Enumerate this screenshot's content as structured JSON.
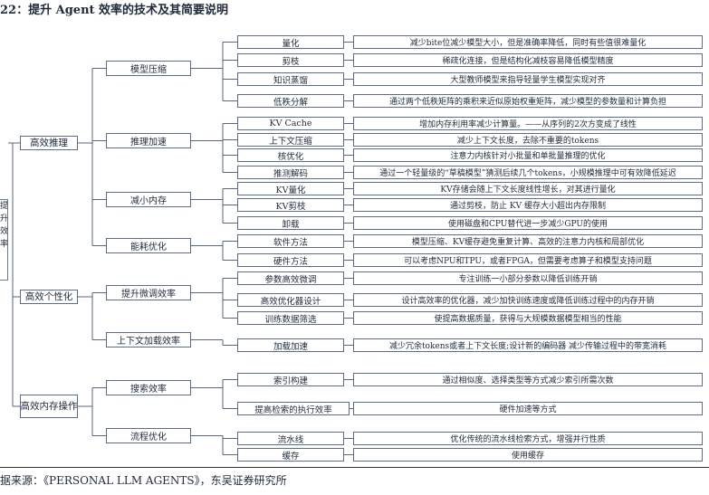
{
  "title": "22：提升 Agent 效率的技术及其简要说明",
  "root_fragment": "提升效率",
  "level1": [
    {
      "label": "高效推理"
    },
    {
      "label": "高效个性化"
    },
    {
      "label": "高效内存操作"
    }
  ],
  "level2": [
    {
      "label": "模型压缩"
    },
    {
      "label": "推理加速"
    },
    {
      "label": "减小内存"
    },
    {
      "label": "能耗优化"
    },
    {
      "label": "提升微调效率"
    },
    {
      "label": "上下文加载效率"
    },
    {
      "label": "搜索效率"
    },
    {
      "label": "流程优化"
    }
  ],
  "leaves": [
    {
      "label": "量化",
      "desc": "减少bite位减少模型大小，但是准确率降低，同时有些值很难量化"
    },
    {
      "label": "剪枝",
      "desc": "稀疏化连接，但是结构化减枝容易降低模型精度"
    },
    {
      "label": "知识蒸馏",
      "desc": "大型教师模型来指导轻量学生模型实现对齐"
    },
    {
      "label": "低秩分解",
      "desc": "通过两个低秩矩阵的乘积来近似原始权重矩阵，减少模型的参数量和计算负担"
    },
    {
      "label": "KV Cache",
      "desc": "增加内存利用率减少计算量。——从序列的2次方变成了线性"
    },
    {
      "label": "上下文压缩",
      "desc": "减少上下文长度，去除不重要的tokens"
    },
    {
      "label": "核优化",
      "desc": "注意力内核针对小批量和单批量推理的优化"
    },
    {
      "label": "推测解码",
      "desc": "通过一个轻量级的“草稿模型”猜测后续几个tokens，小规模推理中可有效降低延迟"
    },
    {
      "label": "KV量化",
      "desc": "KV存储会随上下文长度线性增长，对其进行量化"
    },
    {
      "label": "KV剪枝",
      "desc": "通过剪枝，防止 KV 缓存大小超出内存限制"
    },
    {
      "label": "卸载",
      "desc": "使用磁盘和CPU替代进一步减少GPU的使用"
    },
    {
      "label": "软件方法",
      "desc": "模型压缩、KV缓存避免重复计算、高效的注意力内核和局部优化"
    },
    {
      "label": "硬件方法",
      "desc": "可以考虑NPU和TPU，或者FPGA，但需要考虑算子和模型支持问题"
    },
    {
      "label": "参数高效微调",
      "desc": "专注训练一小部分参数以降低训练开销"
    },
    {
      "label": "高效优化器设计",
      "desc": "设计高效率的优化器，减少加快训练速度或降低训练过程中的内存开销"
    },
    {
      "label": "训练数据筛选",
      "desc": "使提高数据质量，获得与大规模数据模型相当的性能"
    },
    {
      "label": "加载加速",
      "desc": "减少冗余tokens或者上下文长度;设计新的编码器 减少传输过程中的带宽消耗"
    },
    {
      "label": "索引构建",
      "desc": "通过相似度、选择类型等方式减少索引所需次数"
    },
    {
      "label": "提高检索的执行效率",
      "desc": "硬件加速等方式"
    },
    {
      "label": "流水线",
      "desc": "优化传统的流水线检索方式，增强并行性质"
    },
    {
      "label": "缓存",
      "desc": "使用缓存"
    }
  ],
  "source": "据来源：《PERSONAL LLM AGENTS》，东吴证券研究所"
}
